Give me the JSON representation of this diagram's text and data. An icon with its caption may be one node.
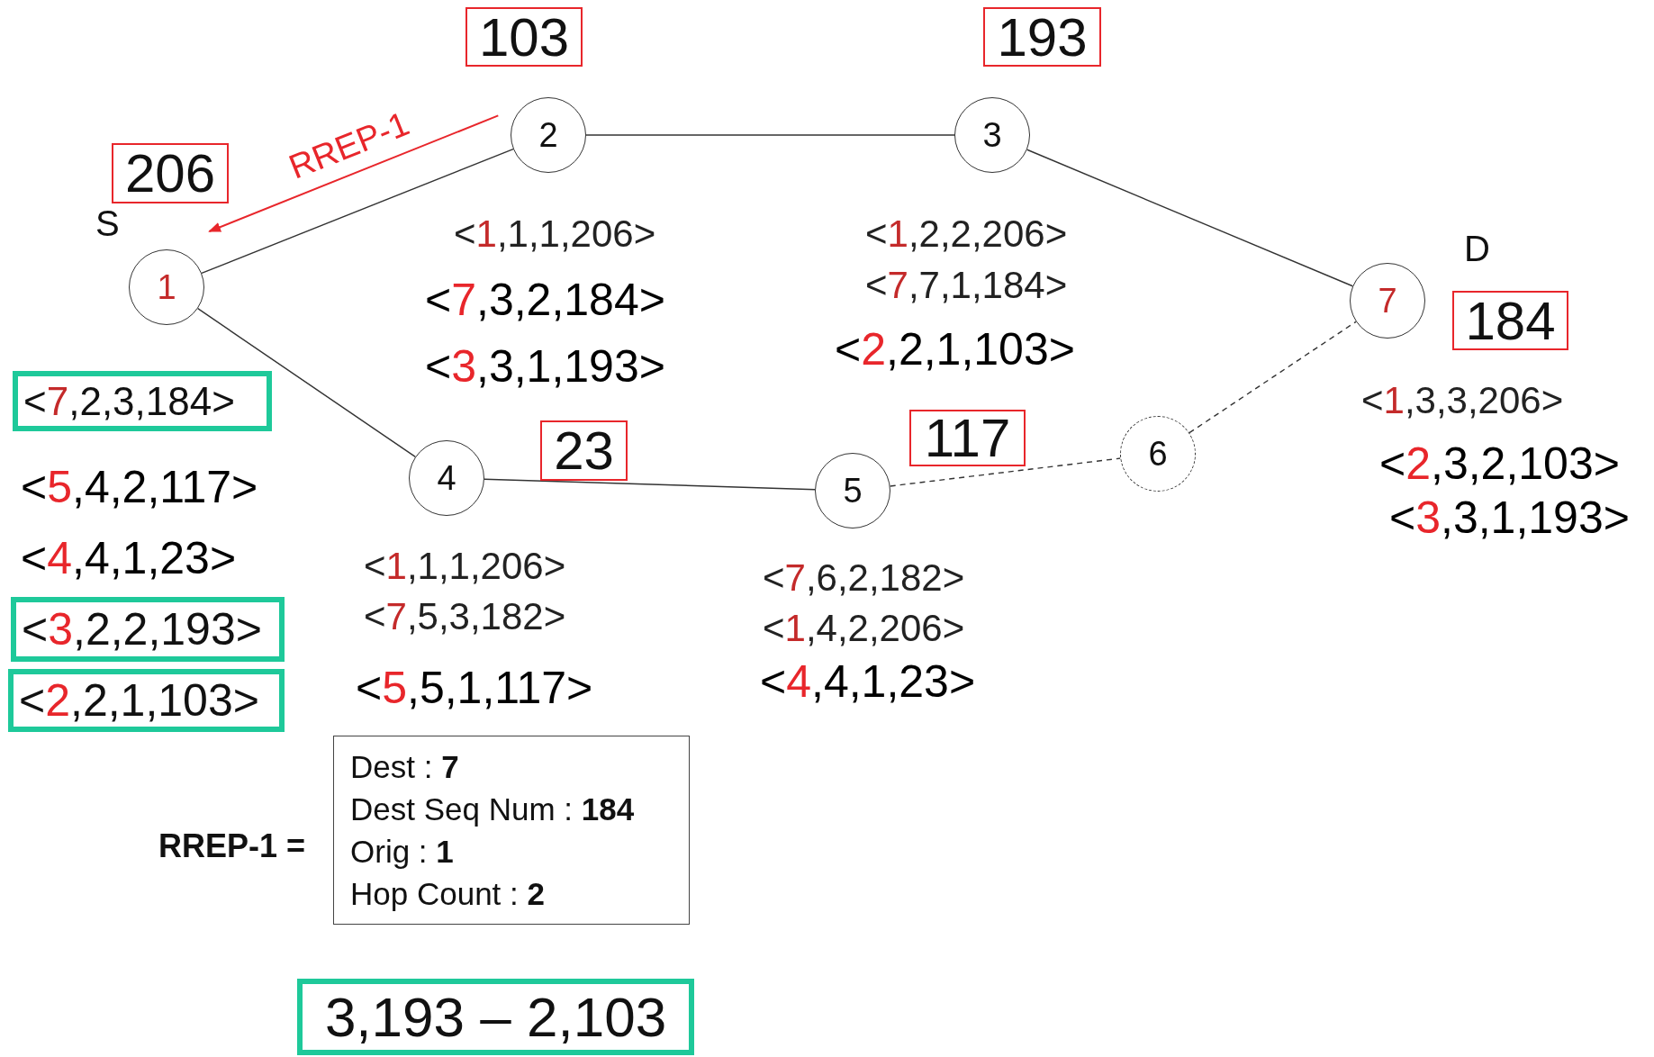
{
  "diagram": {
    "nodes": [
      {
        "text": [
          "1"
        ],
        "beside": [
          "S"
        ]
      },
      {
        "text": [
          "2"
        ]
      },
      {
        "text": [
          "3"
        ]
      },
      {
        "text": [
          "4"
        ]
      },
      {
        "text": [
          "5"
        ]
      },
      {
        "text": [
          "6"
        ]
      },
      {
        "text": [
          "7"
        ],
        "beside": [
          "D"
        ]
      },
      {
        "text": [
          "103"
        ]
      },
      {
        "text": [
          "193"
        ]
      },
      {
        "text": [
          "206"
        ]
      },
      {
        "text": [
          "184"
        ]
      },
      {
        "text": [
          "23"
        ]
      },
      {
        "text": [
          "117"
        ]
      },
      {
        "text": [
          "<7,2,3,184>"
        ]
      },
      {
        "text": [
          "<3,2,2,193>"
        ]
      },
      {
        "text": [
          "<2,2,1,103>"
        ]
      },
      {
        "text": [
          "Dest : **7**",
          "Dest Seq Num : **184**",
          "Orig : **1**",
          "Hop Count : **2**"
        ],
        "beside": [
          "RREP-1 ="
        ]
      },
      {
        "text": [
          "3,193 – 2,103"
        ]
      }
    ],
    "edges": [
      {
        "from": 0,
        "to": 1,
        "arrow": "none"
      },
      {
        "from": 1,
        "to": 2,
        "arrow": "none"
      },
      {
        "from": 2,
        "to": 6,
        "arrow": "none"
      },
      {
        "from": 0,
        "to": 3,
        "arrow": "none"
      },
      {
        "from": 3,
        "to": 4,
        "arrow": "none"
      },
      {
        "from": 4,
        "to": 5,
        "arrow": "none",
        "style": "dashed"
      },
      {
        "from": 5,
        "to": 6,
        "arrow": "none",
        "style": "dashed"
      },
      {
        "from": 1,
        "to": 0,
        "arrow": "to",
        "label": "RREP-1",
        "color": "#e8262b"
      }
    ],
    "labels": [
      "<1,1,1,206>",
      "<1,2,2,206>",
      "<7,7,1,184>",
      "<7,3,2,184>",
      "<2,2,1,103>",
      "<3,3,1,193>",
      "<1,3,3,206>",
      "<2,3,2,103>",
      "<3,3,1,193>",
      "<5,4,2,117>",
      "<4,4,1,23>",
      "<1,1,1,206>",
      "<7,6,2,182>",
      "<7,5,3,182>",
      "<1,4,2,206>",
      "<4,4,1,23>",
      "<5,5,1,117>"
    ]
  }
}
